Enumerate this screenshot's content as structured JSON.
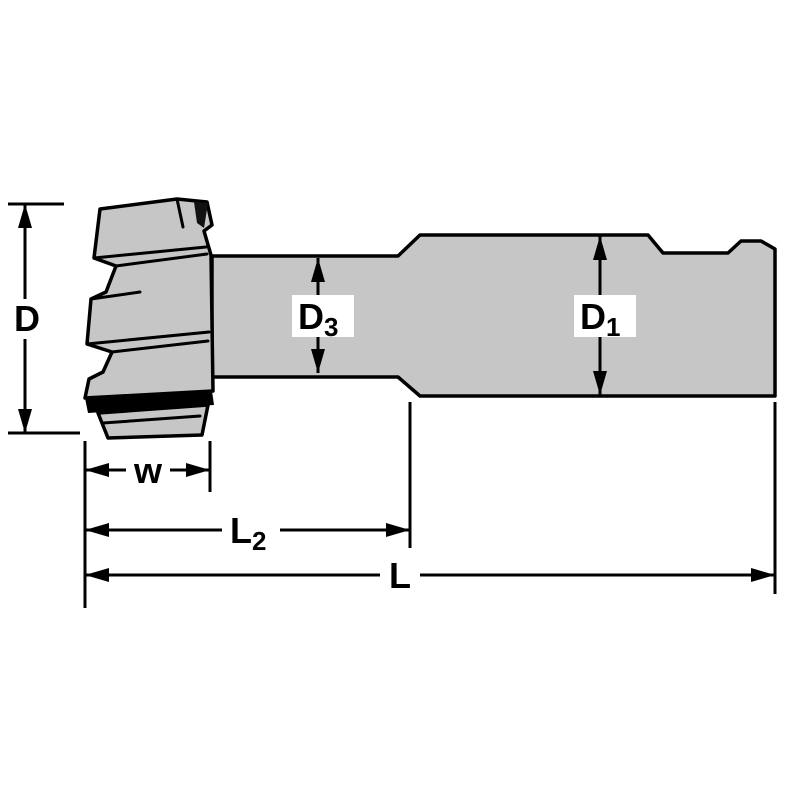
{
  "diagram": {
    "labels": {
      "d": {
        "base": "D",
        "sub": ""
      },
      "d3": {
        "base": "D",
        "sub": "3"
      },
      "d1": {
        "base": "D",
        "sub": "1"
      },
      "w": {
        "base": "w",
        "sub": ""
      },
      "l2": {
        "base": "L",
        "sub": "2"
      },
      "l": {
        "base": "L",
        "sub": ""
      }
    },
    "colors": {
      "body_fill": "#c6c6c6",
      "edge_fill": "#000000",
      "line": "#000000",
      "background": "#ffffff"
    }
  }
}
